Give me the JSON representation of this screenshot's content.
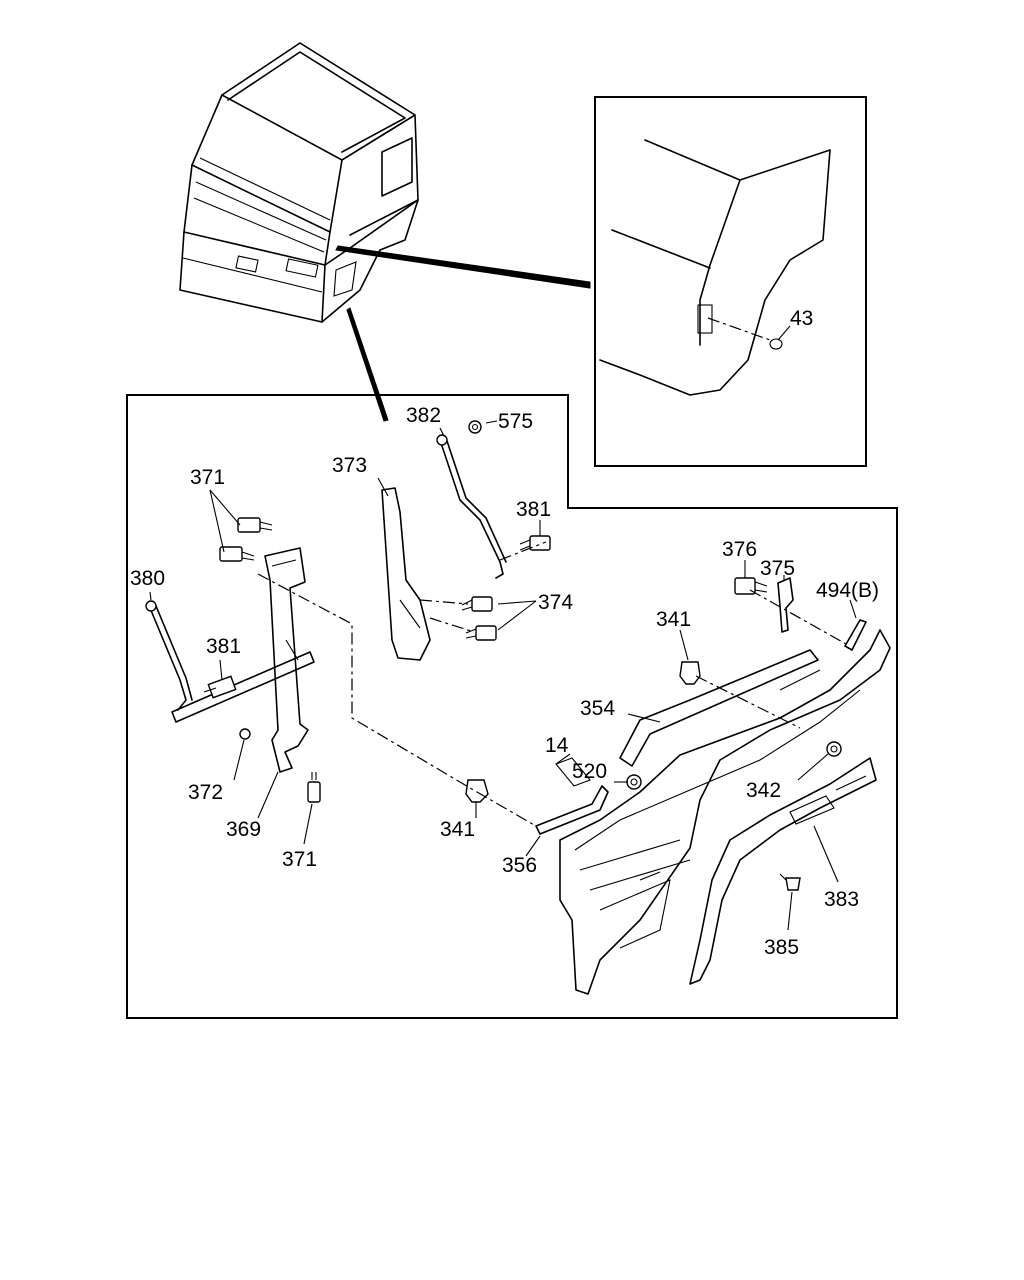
{
  "callouts": {
    "c43": "43",
    "c382": "382",
    "c575": "575",
    "c373": "373",
    "c381_top": "381",
    "c371_top": "371",
    "c380": "380",
    "c381_left": "381",
    "c374": "374",
    "c376": "376",
    "c375": "375",
    "c494b": "494(B)",
    "c341_top": "341",
    "c354": "354",
    "c14": "14",
    "c520": "520",
    "c342": "342",
    "c372": "372",
    "c369": "369",
    "c371_bottom": "371",
    "c341_bottom": "341",
    "c356": "356",
    "c383": "383",
    "c385": "385"
  }
}
